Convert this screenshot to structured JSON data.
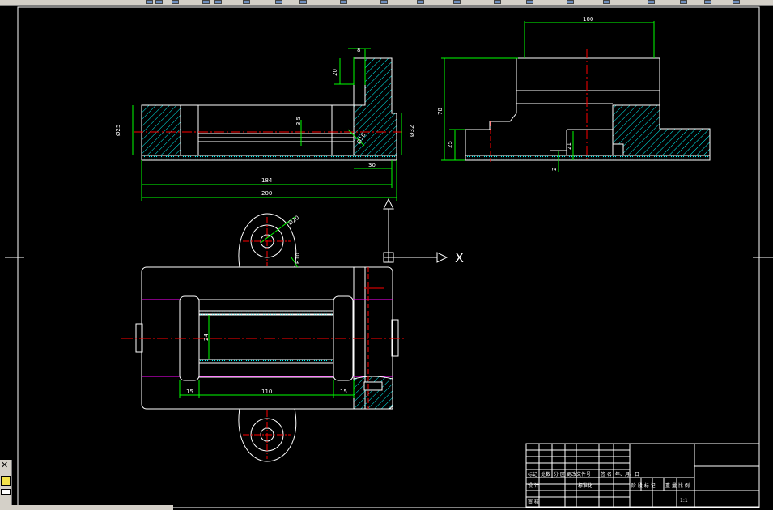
{
  "top_view_dims": {
    "d_left": "Ø25",
    "d_right": "Ø32",
    "top_w": "8",
    "top_h": "20",
    "groove": "3.5",
    "small_d": "Ø16",
    "w30": "30",
    "w184": "184",
    "w200": "200"
  },
  "side_view_dims": {
    "w100": "100",
    "h78": "78",
    "h25": "25",
    "h21": "21",
    "h2": "2"
  },
  "plan_view_dims": {
    "d20": "Ø20",
    "r10": "R10",
    "gap24": "24",
    "len15a": "15",
    "len110": "110",
    "len15b": "15"
  },
  "ucs": {
    "x_label": "X"
  },
  "title_block": {
    "row_labels": [
      "标记",
      "处数",
      "分 区",
      "更改文件号",
      "签 名",
      "年、月、日"
    ],
    "design_row": [
      "设 计",
      "",
      "标准化"
    ],
    "stage_labels": [
      "阶 段 标 记",
      "重 量",
      "比 例"
    ],
    "scale": "1:1",
    "review_row": [
      "审 核"
    ]
  },
  "colors": {
    "outline": "#ffffff",
    "dimension": "#00ff00",
    "center": "#ff0000",
    "hatch": "#00ffff",
    "magenta": "#ff00ff"
  }
}
